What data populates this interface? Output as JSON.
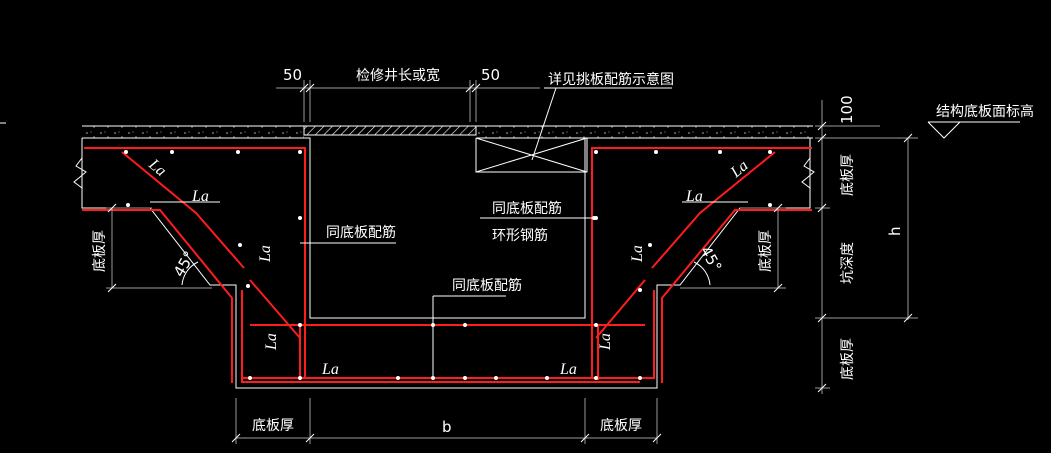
{
  "dimensions": {
    "offset_left": "50",
    "offset_right": "50",
    "opening_width": "检修井长或宽",
    "top_thickness": "100",
    "h": "h",
    "b": "b",
    "plate_thk_left_bottom": "底板厚",
    "plate_thk_right_bottom": "底板厚",
    "plate_thk_left_side": "底板厚",
    "plate_thk_right_side": "底板厚",
    "plate_thk_far_right_top": "底板厚",
    "plate_thk_far_right_bottom": "底板厚",
    "pit_depth": "坑深度",
    "angle_left": "45°",
    "angle_right": "45°"
  },
  "labels": {
    "cover_detail": "详见挑板配筋示意图",
    "structure_elevation": "结构底板面标高",
    "same_rebar_left": "同底板配筋",
    "same_rebar_center": "同底板配筋",
    "same_rebar_bottom": "同底板配筋",
    "ring_rebar": "环形钢筋"
  },
  "anchorage": {
    "la": "La"
  },
  "colors": {
    "background": "#000000",
    "line": "#ffffff",
    "rebar": "#ff1c1c",
    "dimension": "#9a9a9a"
  }
}
